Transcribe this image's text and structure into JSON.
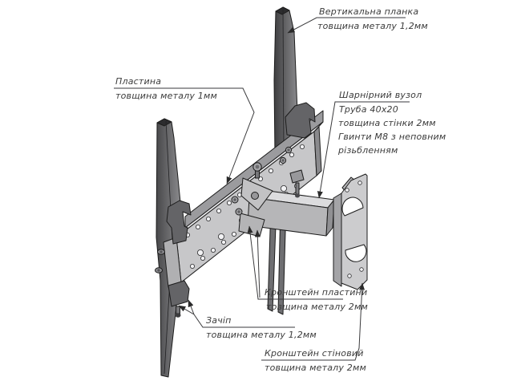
{
  "labels": {
    "vertical_plank": {
      "name": "Вертикальна планка",
      "spec": "товщина металу 1,2мм"
    },
    "plate": {
      "name": "Пластина",
      "spec": "товщина металу 1мм"
    },
    "hinge_unit": {
      "name": "Шарнірний вузол",
      "lines": [
        "Труба 40х20",
        "товщина стінки 2мм",
        "Гвинти М8 з неповним",
        "різьбленням"
      ]
    },
    "plate_bracket": {
      "name": "Кронштейн пластини",
      "spec": "товщина металу 2мм"
    },
    "hook": {
      "name": "Зачіп",
      "spec": "товщина металу 1,2мм"
    },
    "wall_bracket": {
      "name": "Кронштейн стіновий",
      "spec": "товщина металу 2мм"
    }
  },
  "colors": {
    "background": "#ffffff",
    "outline": "#1c1c1c",
    "label_text": "#3b3b3b",
    "plate_face": "#c7c7c9",
    "plate_top": "#eaeaec",
    "plate_rail": "#9b9b9e",
    "plank_dark": "#4a4a4c",
    "plank_light": "#8e8e90",
    "arm_top": "#dcdcde",
    "arm_face": "#b6b6b8",
    "bracket_face": "#ccccce",
    "bracket_side": "#a4a4a7"
  }
}
